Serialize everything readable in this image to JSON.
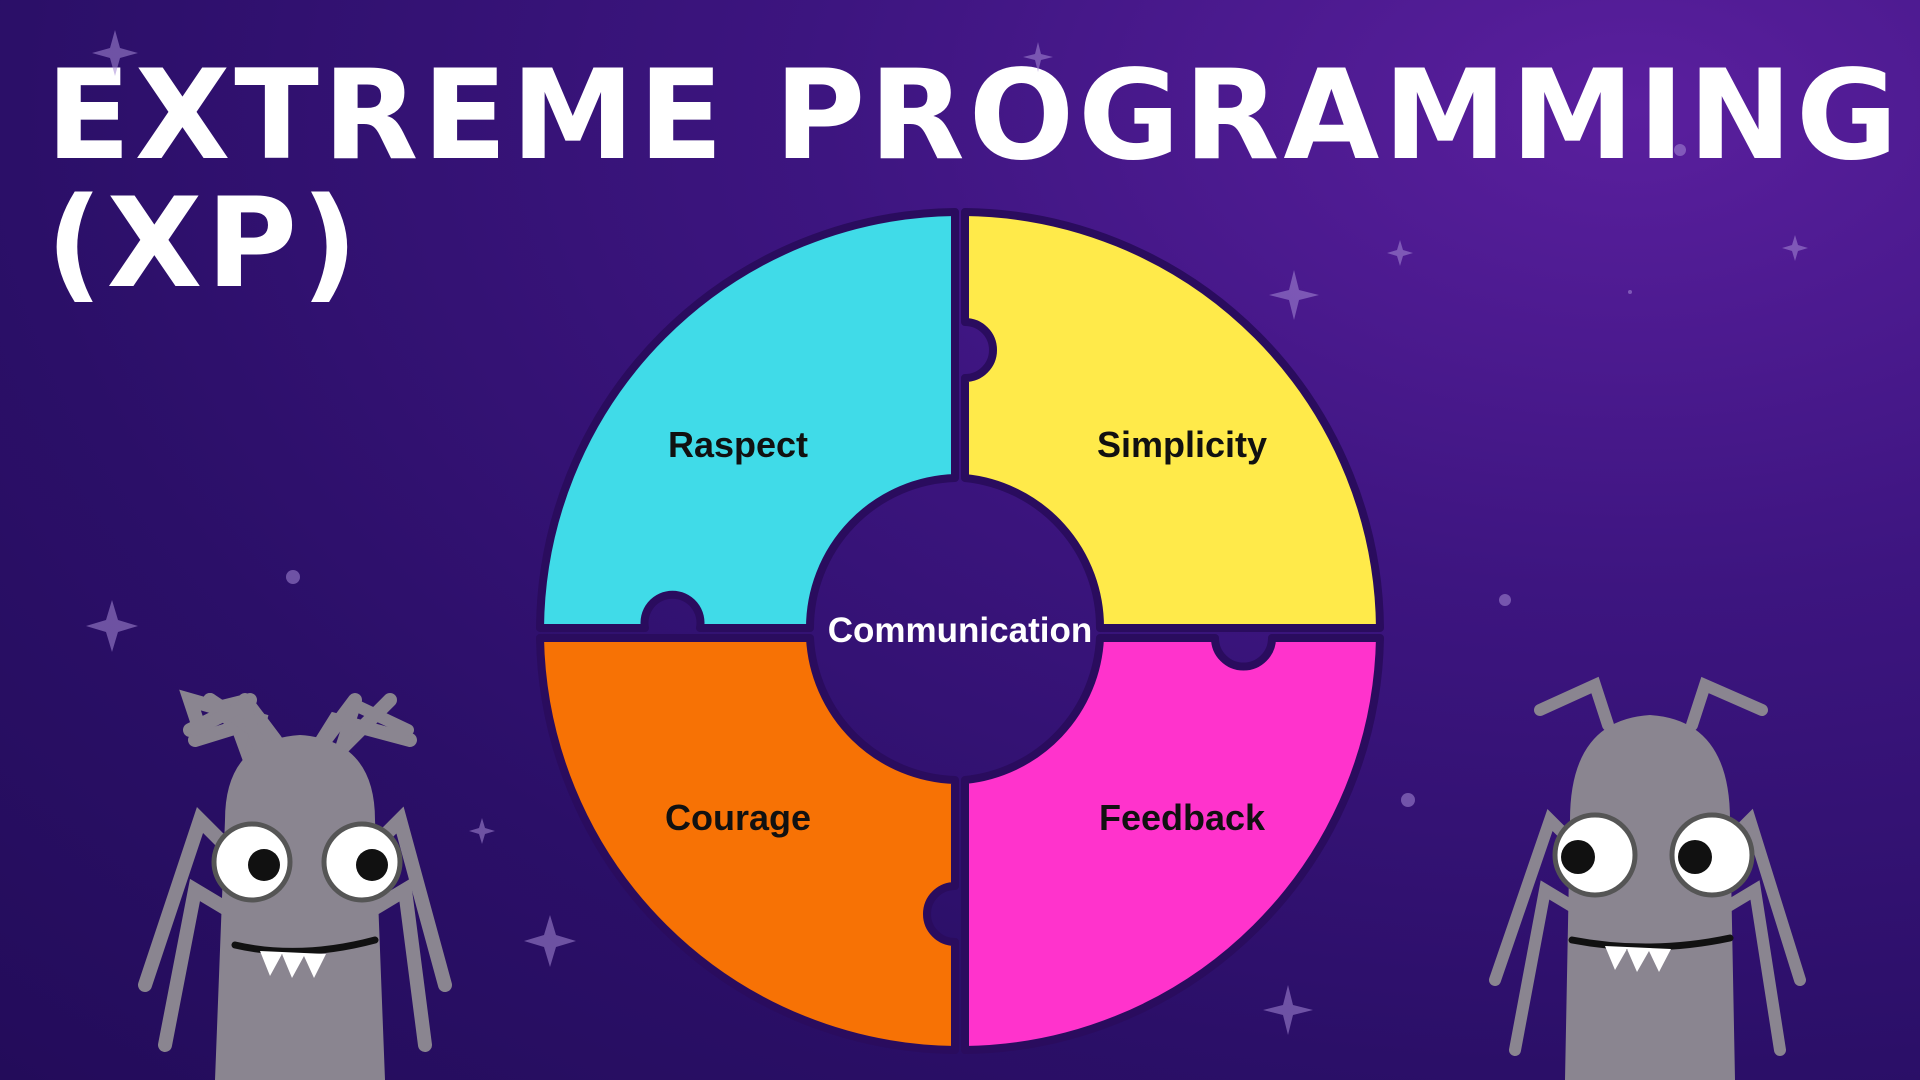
{
  "title": {
    "line1": "EXTREME PROGRAMMING",
    "line2": "(XP)"
  },
  "diagram": {
    "center_label": "Communication",
    "pieces": [
      {
        "id": "top-left",
        "label": "Raspect",
        "color": "#40dbe8"
      },
      {
        "id": "top-right",
        "label": "Simplicity",
        "color": "#ffea4a"
      },
      {
        "id": "bottom-left",
        "label": "Courage",
        "color": "#f77205"
      },
      {
        "id": "bottom-right",
        "label": "Feedback",
        "color": "#ff33cc"
      }
    ],
    "outline_color": "#2a0c5e"
  },
  "mascots": [
    {
      "name": "bug-mascot-left",
      "color": "#8a8590"
    },
    {
      "name": "bug-mascot-right",
      "color": "#8a8590"
    }
  ]
}
